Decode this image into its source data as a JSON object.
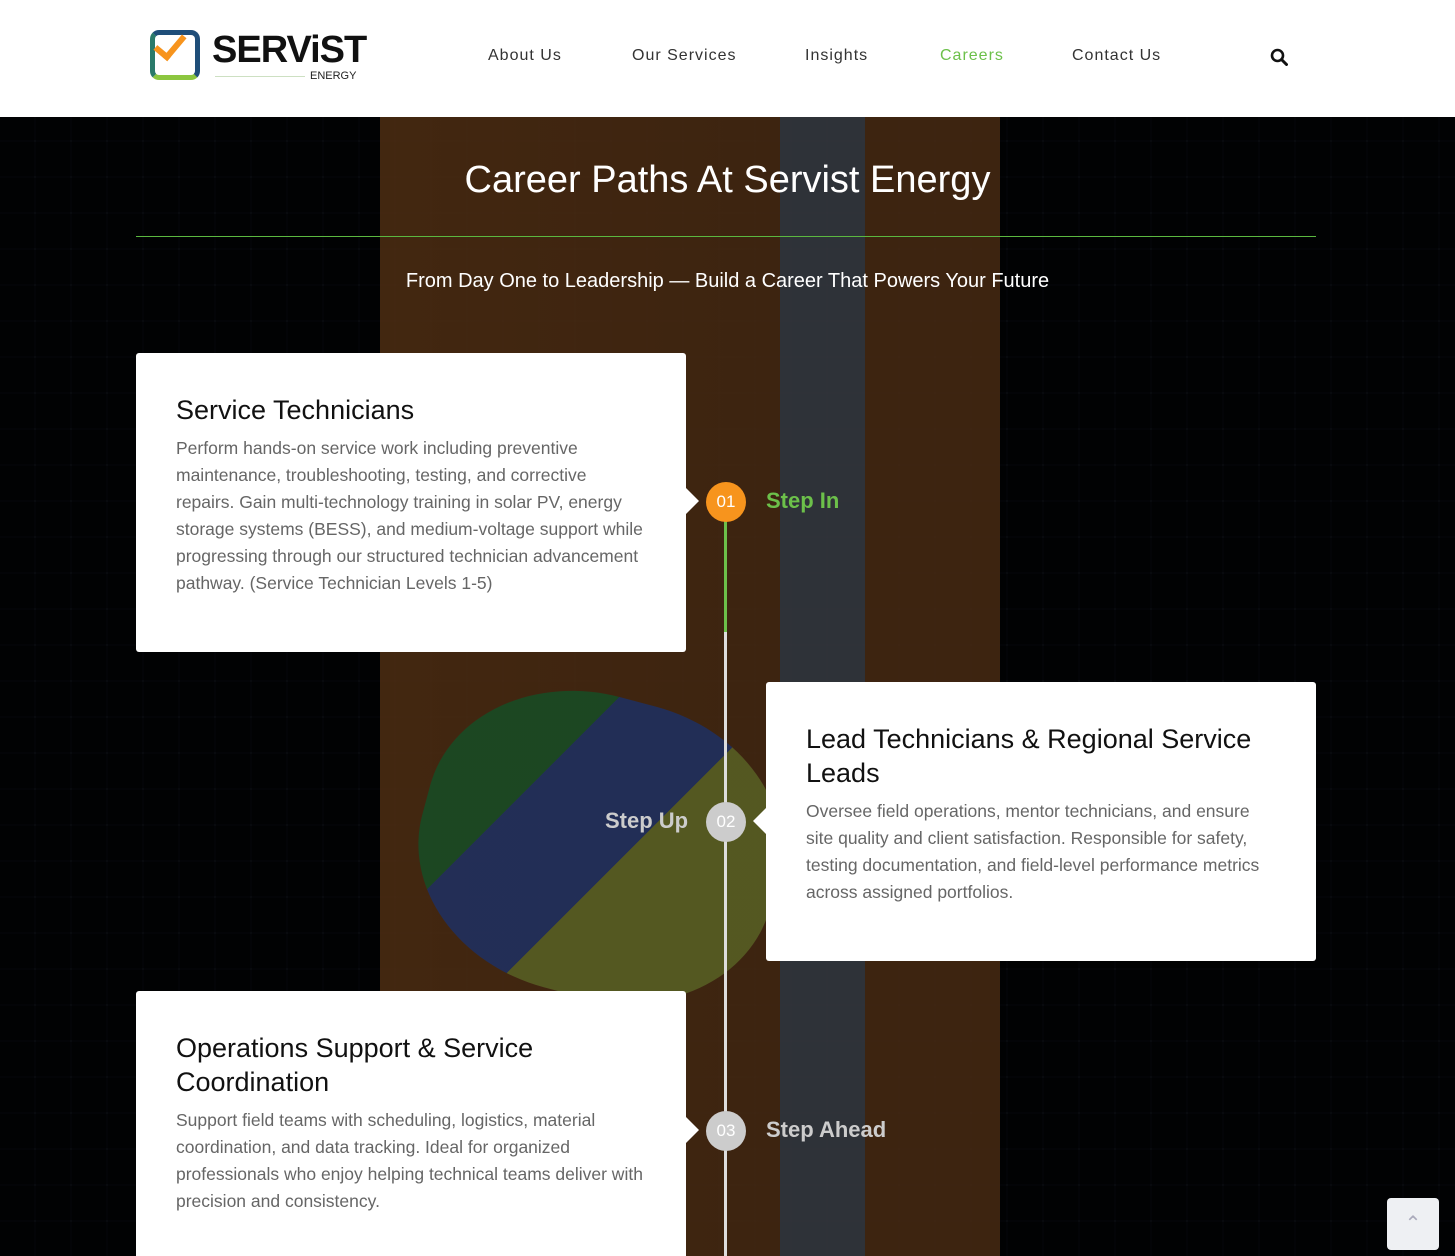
{
  "logo": {
    "name": "SERViST",
    "sub": "ENERGY"
  },
  "nav": [
    "About Us",
    "Our Services",
    "Insights",
    "Careers",
    "Contact Us"
  ],
  "active_nav": "Careers",
  "colors": {
    "accent": "#6cc04a",
    "orange": "#f7941d"
  },
  "hero": {
    "title": "Career Paths At Servist Energy",
    "subtitle": "From Day One to Leadership — Build a Career That Powers Your Future"
  },
  "timeline": [
    {
      "num": "01",
      "step": "Step In",
      "title": "Service Technicians",
      "text": "Perform hands-on service work including preventive maintenance, troubleshooting, testing, and corrective repairs. Gain multi-technology training in solar PV, energy storage systems (BESS), and medium-voltage support while progressing through our structured technician advancement pathway. (Service Technician Levels 1-5)"
    },
    {
      "num": "02",
      "step": "Step Up",
      "title": "Lead Technicians & Regional Service Leads",
      "text": "Oversee field operations, mentor technicians, and ensure site quality and client satisfaction. Responsible for safety, testing documentation, and field-level performance metrics across assigned portfolios."
    },
    {
      "num": "03",
      "step": "Step Ahead",
      "title": "Operations Support & Service Coordination",
      "text": "Support field teams with scheduling, logistics, material coordination, and data tracking. Ideal for organized professionals who enjoy helping technical teams deliver with precision and consistency."
    }
  ],
  "timeline_progress": 0.17
}
